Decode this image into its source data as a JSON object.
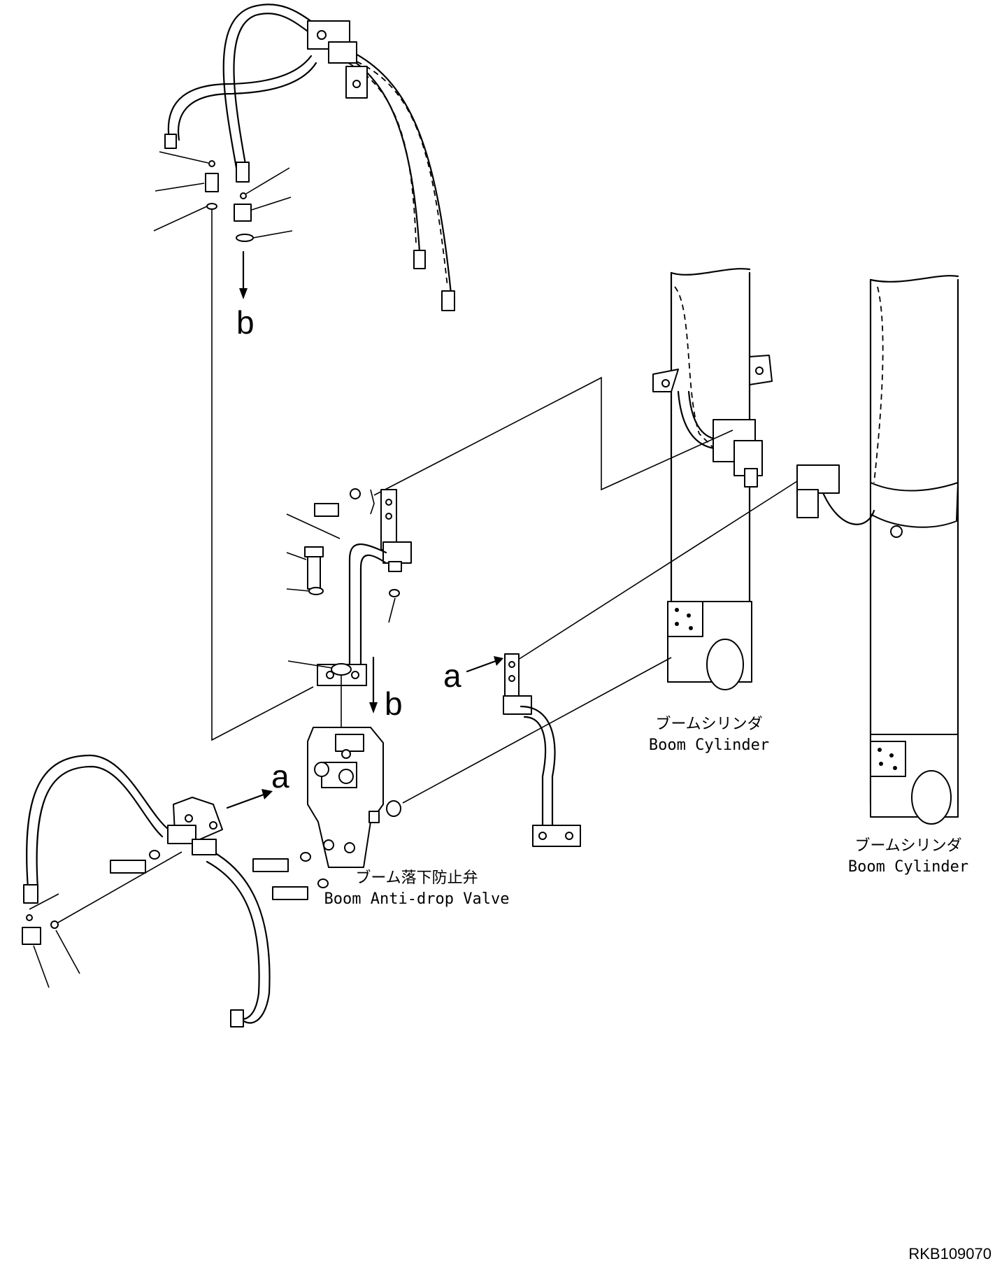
{
  "labels": {
    "boom_cylinder_1_jp": "ブームシリンダ",
    "boom_cylinder_1_en": "Boom Cylinder",
    "boom_cylinder_2_jp": "ブームシリンダ",
    "boom_cylinder_2_en": "Boom Cylinder",
    "anti_drop_valve_jp": "ブーム落下防止弁",
    "anti_drop_valve_en": "Boom Anti-drop Valve"
  },
  "callouts": {
    "a_upper": "a",
    "a_lower": "a",
    "b_upper": "b",
    "b_lower": "b"
  },
  "drawing_code": "RKB109070"
}
